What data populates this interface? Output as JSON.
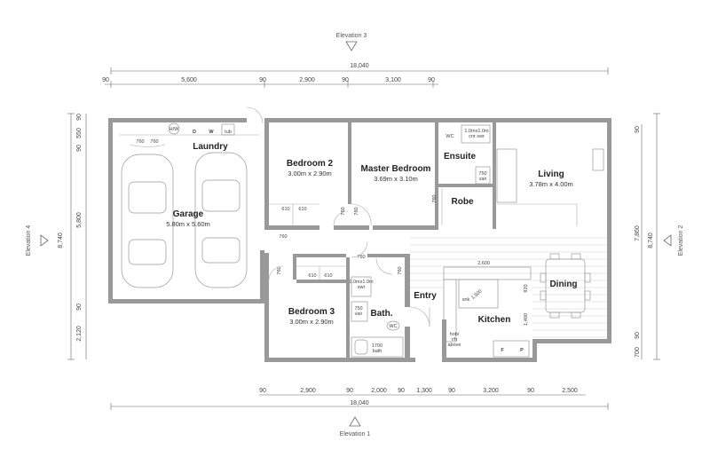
{
  "elevations": {
    "top": "Elevation 3",
    "bottom": "Elevation 1",
    "left": "Elevation 4",
    "right": "Elevation 2"
  },
  "dimensions": {
    "top_total": "18,040",
    "top_segments": [
      "90",
      "5,600",
      "90",
      "2,900",
      "90",
      "3,100",
      "90"
    ],
    "bottom_total": "18,040",
    "bottom_segments": [
      "90",
      "2,900",
      "90",
      "2,000",
      "90",
      "1,300",
      "90",
      "3,200",
      "90",
      "2,500"
    ],
    "left_total": "8,740",
    "left_segments": [
      "90",
      "550",
      "90",
      "5,800",
      "90",
      "2,120"
    ],
    "right_total": "8,740",
    "right_segments": [
      "90",
      "7,860",
      "90",
      "700"
    ]
  },
  "rooms": {
    "garage": {
      "name": "Garage",
      "size": "5.80m x 5.60m"
    },
    "laundry": {
      "name": "Laundry"
    },
    "bedroom2": {
      "name": "Bedroom 2",
      "size": "3.00m x 2.90m"
    },
    "master": {
      "name": "Master Bedroom",
      "size": "3.69m x 3.10m"
    },
    "ensuite": {
      "name": "Ensuite"
    },
    "robe": {
      "name": "Robe"
    },
    "living": {
      "name": "Living",
      "size": "3.78m x 4.00m"
    },
    "dining": {
      "name": "Dining"
    },
    "kitchen": {
      "name": "Kitchen"
    },
    "entry": {
      "name": "Entry"
    },
    "bath": {
      "name": "Bath."
    },
    "bedroom3": {
      "name": "Bedroom 3",
      "size": "3.00m x 2.90m"
    }
  },
  "annotations": {
    "hw": "H/W",
    "d": "D",
    "w": "W",
    "tub": "tub",
    "d760a": "760",
    "d760b": "760",
    "wc_ensuite": "WC",
    "shower_ensuite_1": "1.0mx1.0m",
    "shower_ensuite_2": "cnr swr",
    "van_ensuite_1": "750",
    "van_ensuite_2": "van",
    "d760_ensuite": "760",
    "d610a": "610",
    "d610b": "610",
    "d760_bed2": "760",
    "d760_master": "760",
    "d760_hall": "760",
    "d760_bed3": "760",
    "d610c": "610",
    "d610d": "610",
    "d760_linen": "760",
    "d760_bath": "760",
    "shower_bath_1": "1.0mx1.0m",
    "shower_bath_2": "swr",
    "van_bath_1": "750",
    "van_bath_2": "van",
    "wc_bath": "WC",
    "bath_1": "1700",
    "bath_2": "bath",
    "bench": "2,600",
    "island": "1,500",
    "snk": "snk",
    "d920": "920",
    "d1400": "1,400",
    "hob_1": "hob/",
    "hob_2": "r/h",
    "hob_3": "above",
    "fridge": "F",
    "pantry": "P"
  }
}
